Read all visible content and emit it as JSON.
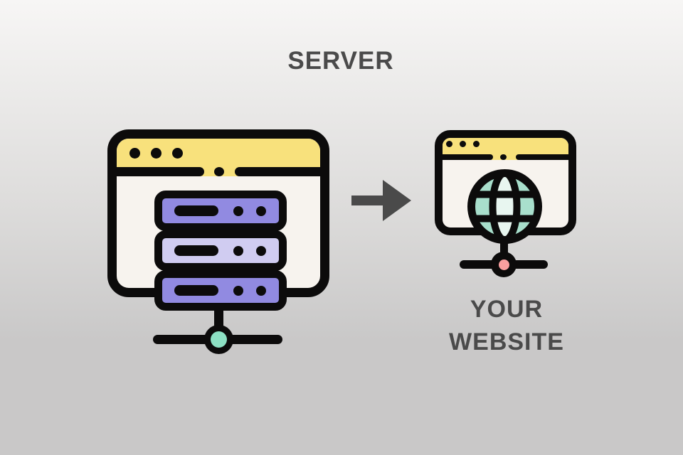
{
  "diagram": {
    "server_label": "SERVER",
    "website_label_line1": "YOUR",
    "website_label_line2": "WEBSITE",
    "server_icon_meaning": "browser-window-with-server-racks",
    "website_icon_meaning": "browser-window-with-globe",
    "flow": "server to your website"
  },
  "colors": {
    "bg_top": "#f7f6f5",
    "bg_bottom": "#c9c8c8",
    "outline": "#0c0b0b",
    "titlebar_yellow": "#f8e17c",
    "window_body": "#f7f3ee",
    "rack_purple": "#918ae1",
    "rack_purple_light": "#d0ccf1",
    "globe_mint": "#a8dfcc",
    "globe_mint_light": "#e8f6f0",
    "node_teal": "#8ce0c3",
    "node_pink": "#f99f9f",
    "text_gray": "#4a4a4a"
  }
}
